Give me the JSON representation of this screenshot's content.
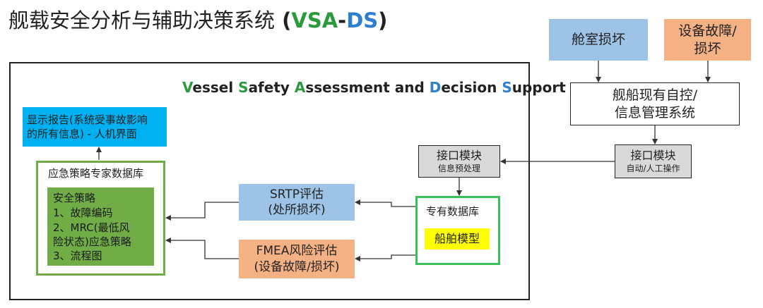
{
  "title": {
    "main": "舰载安全分析与辅助决策系统",
    "open": " (",
    "abbr_a": "VSA",
    "dash": "-",
    "abbr_b": "DS",
    "close": ")"
  },
  "subtitle": {
    "w1_initial": "V",
    "w1_rest": "essel ",
    "w2_initial": "S",
    "w2_rest": "afety ",
    "w3_initial": "A",
    "w3_rest": "ssessment and ",
    "w4_initial": "D",
    "w4_rest": "ecision ",
    "w5_initial": "S",
    "w5_rest": "upport"
  },
  "boxes": {
    "cabin_damage": "舱室损坏",
    "equipment_failure": [
      "设备故障/",
      "损坏"
    ],
    "ship_system": [
      "舰船现有自控/",
      "信息管理系统"
    ],
    "interface_right": {
      "main": "接口模块",
      "sub": "自动/人工操作"
    },
    "interface_mid": {
      "main": "接口模块",
      "sub": "信息预处理"
    },
    "report": [
      "显示报告(系统受事故影响",
      "的所有信息) - 人机界面"
    ],
    "expert_db": "应急策略专家数据库",
    "strategy": [
      "安全策略",
      "1、故障编码",
      "2、MRC(最低风",
      "险状态)应急策略",
      "3、流程图"
    ],
    "srtp": [
      "SRTP评估",
      "(处所损坏)"
    ],
    "fmea": [
      "FMEA风险评估",
      "(设备故障/损坏)"
    ],
    "proprietary_db": "专有数据库",
    "ship_model": "船舶模型"
  },
  "colors": {
    "green": "#2a9a3a",
    "blue": "#2f7fd0",
    "light_blue": "#9dc3e6",
    "orange": "#f4b183",
    "cyan": "#00b0f0",
    "strategy_green": "#70ad47",
    "yellow": "#ffff00",
    "gray": "#d9d9d9"
  }
}
